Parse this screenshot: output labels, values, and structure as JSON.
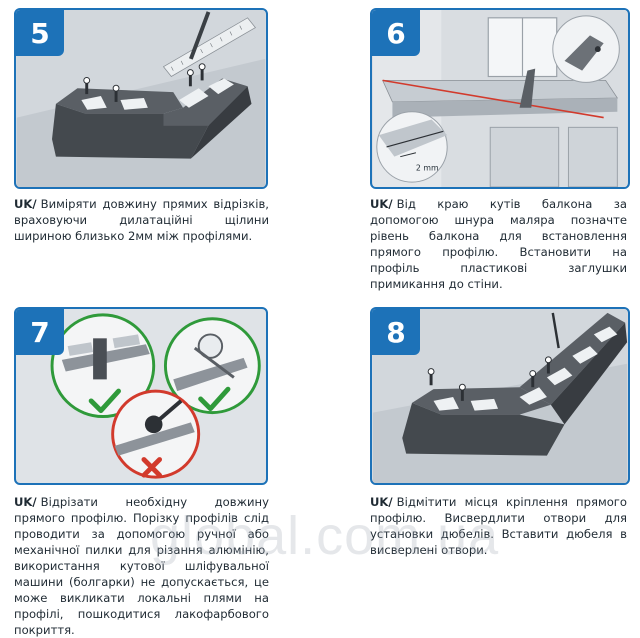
{
  "steps": [
    {
      "number": "5",
      "lang": "UK/",
      "text": "Виміряти довжину прямих відрізків, враховуючи дилатаційні щілини шириною близько 2мм між профілями."
    },
    {
      "number": "6",
      "lang": "UK/",
      "text": "Від краю кутів балкона за допомогою шнура маляра позначте рівень балкона для встановлення прямого профілю. Встановити на профіль пластикові заглушки примикання до стіни.",
      "inset_label": "2 mm"
    },
    {
      "number": "7",
      "lang": "UK/",
      "text": "Відрізати необхідну довжину прямого профілю. Порізку профілів слід проводити за допомогою ручної або механічної пилки для різання алюмінію, використання кутової шліфувальної машини (болгарки) не допускається, це може викликати локальні плями на профілі, пошкодитися лакофарбового покриття."
    },
    {
      "number": "8",
      "lang": "UK/",
      "text": "Відмітити місця кріплення прямого профілю. Висвердлити отвори для установки дюбелів. Вставити дюбеля в висверлені отвори."
    }
  ],
  "watermark": "global.com.ua",
  "colors": {
    "accent": "#1d72b8",
    "ok": "#2f9a3a",
    "bad": "#d23a2c",
    "profile": "#4a4f55"
  }
}
